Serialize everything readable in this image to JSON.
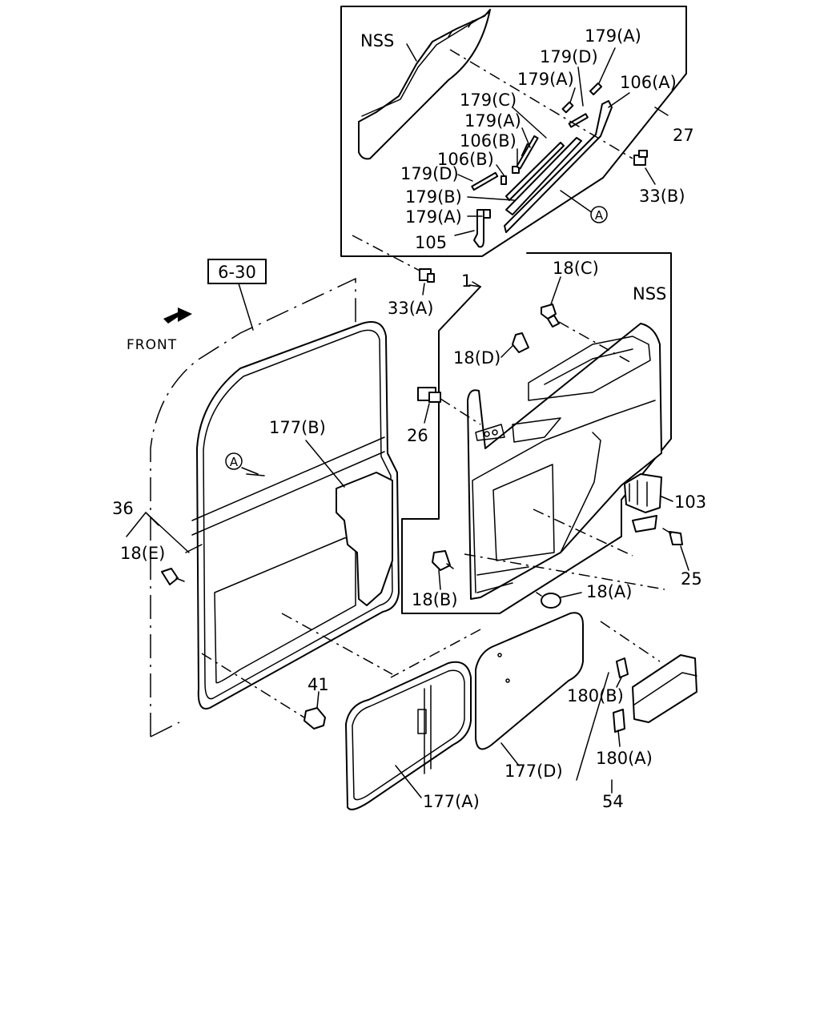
{
  "ref_page": "6-30",
  "direction": "FRONT",
  "marker": "A",
  "labels": {
    "nss_top": "NSS",
    "nss_panel": "NSS",
    "p179a_1": "179(A)",
    "p179d_1": "179(D)",
    "p179a_2": "179(A)",
    "p106a": "106(A)",
    "p179c": "179(C)",
    "p179a_3": "179(A)",
    "p27": "27",
    "p106b_1": "106(B)",
    "p106b_2": "106(B)",
    "p179d_2": "179(D)",
    "p33b": "33(B)",
    "p179b": "179(B)",
    "p179a_4": "179(A)",
    "p105": "105",
    "p33a": "33(A)",
    "p1": "1",
    "p18c": "18(C)",
    "p18d": "18(D)",
    "p26": "26",
    "p177b": "177(B)",
    "p36": "36",
    "p18e": "18(E)",
    "p103": "103",
    "p25": "25",
    "p18b": "18(B)",
    "p18a": "18(A)",
    "p41": "41",
    "p180b": "180(B)",
    "p180a": "180(A)",
    "p177d": "177(D)",
    "p177a": "177(A)",
    "p54": "54"
  }
}
